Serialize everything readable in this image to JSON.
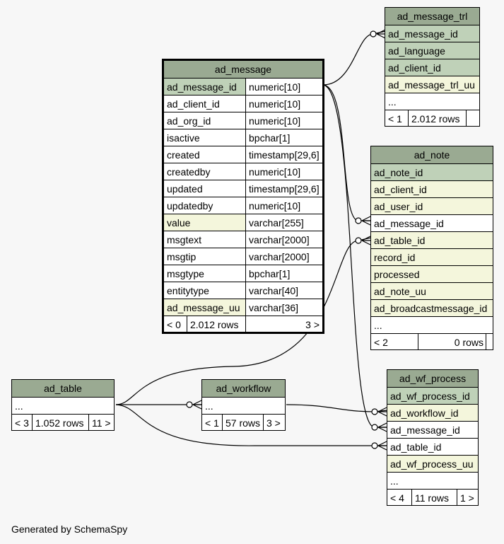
{
  "tables": {
    "ad_message_trl": {
      "name": "ad_message_trl",
      "columns": [
        "ad_message_id",
        "ad_language",
        "ad_client_id",
        "ad_message_trl_uu",
        "..."
      ],
      "footer": {
        "parents": "< 1",
        "rows": "2.012 rows",
        "children": ""
      }
    },
    "ad_message": {
      "name": "ad_message",
      "columns": [
        {
          "name": "ad_message_id",
          "type": "numeric[10]"
        },
        {
          "name": "ad_client_id",
          "type": "numeric[10]"
        },
        {
          "name": "ad_org_id",
          "type": "numeric[10]"
        },
        {
          "name": "isactive",
          "type": "bpchar[1]"
        },
        {
          "name": "created",
          "type": "timestamp[29,6]"
        },
        {
          "name": "createdby",
          "type": "numeric[10]"
        },
        {
          "name": "updated",
          "type": "timestamp[29,6]"
        },
        {
          "name": "updatedby",
          "type": "numeric[10]"
        },
        {
          "name": "value",
          "type": "varchar[255]"
        },
        {
          "name": "msgtext",
          "type": "varchar[2000]"
        },
        {
          "name": "msgtip",
          "type": "varchar[2000]"
        },
        {
          "name": "msgtype",
          "type": "bpchar[1]"
        },
        {
          "name": "entitytype",
          "type": "varchar[40]"
        },
        {
          "name": "ad_message_uu",
          "type": "varchar[36]"
        }
      ],
      "footer": {
        "parents": "< 0",
        "rows": "2.012 rows",
        "children": "3 >"
      }
    },
    "ad_note": {
      "name": "ad_note",
      "columns": [
        "ad_note_id",
        "ad_client_id",
        "ad_user_id",
        "ad_message_id",
        "ad_table_id",
        "record_id",
        "processed",
        "ad_note_uu",
        "ad_broadcastmessage_id",
        "..."
      ],
      "footer": {
        "parents": "< 2",
        "rows": "0 rows",
        "children": ""
      }
    },
    "ad_table": {
      "name": "ad_table",
      "columns": [
        "..."
      ],
      "footer": {
        "parents": "< 3",
        "rows": "1.052 rows",
        "children": "11 >"
      }
    },
    "ad_workflow": {
      "name": "ad_workflow",
      "columns": [
        "..."
      ],
      "footer": {
        "parents": "< 1",
        "rows": "57 rows",
        "children": "3 >"
      }
    },
    "ad_wf_process": {
      "name": "ad_wf_process",
      "columns": [
        "ad_wf_process_id",
        "ad_workflow_id",
        "ad_message_id",
        "ad_table_id",
        "ad_wf_process_uu",
        "..."
      ],
      "footer": {
        "parents": "< 4",
        "rows": "11 rows",
        "children": "1 >"
      }
    }
  },
  "colors": {
    "title_bg": "#9aaa92",
    "pk_bg": "#bfd1b8",
    "indexed_bg": "#f4f6dc",
    "background": "#f7f7f7"
  },
  "generated_by": "Generated by SchemaSpy"
}
